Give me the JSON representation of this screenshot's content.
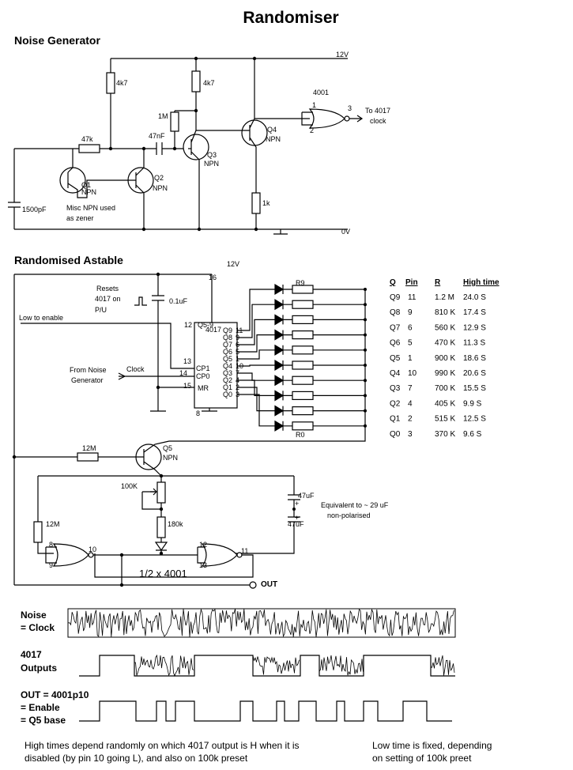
{
  "title": "Randomiser",
  "noise_generator": {
    "heading": "Noise Generator",
    "supply_label": "12V",
    "ground_label": "0V",
    "resistors": [
      "4k7",
      "4k7",
      "1M",
      "47k",
      "1k"
    ],
    "capacitors": [
      "47nF",
      "1500pF"
    ],
    "transistors": [
      {
        "name": "Q1",
        "type": "NPN"
      },
      {
        "name": "Q2",
        "type": "NPN"
      },
      {
        "name": "Q3",
        "type": "NPN"
      },
      {
        "name": "Q4",
        "type": "NPN"
      }
    ],
    "gate_label": "4001",
    "gate_pins": [
      "1",
      "2",
      "3"
    ],
    "output_note": [
      "To 4017",
      "clock"
    ],
    "zener_note": [
      "Misc NPN used",
      "as zener"
    ]
  },
  "astable": {
    "heading": "Randomised Astable",
    "supply_label": "12V",
    "pin16": "16",
    "reset_note": [
      "Resets",
      "4017 on",
      "P/U"
    ],
    "cap_reset": "0.1uF",
    "low_to_enable": "Low to enable",
    "from_noise": [
      "From Noise",
      "Generator"
    ],
    "clock_label": "Clock",
    "ic_label": "4017",
    "ic_pins_left": [
      {
        "pin": "12",
        "name": "Q5-9"
      },
      {
        "pin": "13",
        "name": "CP1"
      },
      {
        "pin": "14",
        "name": "CP0"
      },
      {
        "pin": "15",
        "name": "MR"
      }
    ],
    "ic_outputs": [
      "Q9",
      "Q8",
      "Q7",
      "Q6",
      "Q5",
      "Q4",
      "Q3",
      "Q2",
      "Q1",
      "Q0"
    ],
    "ic_output_pins": [
      "11",
      "9",
      "6",
      "5",
      "1",
      "10",
      "7",
      "4",
      "2",
      "3"
    ],
    "ic_pin_ground": "8",
    "r9_label": "R9",
    "r0_label": "R0",
    "table": {
      "headers": [
        "Q",
        "Pin",
        "R",
        "High time"
      ],
      "rows": [
        [
          "Q9",
          "11",
          "1.2  M",
          "24.0 S"
        ],
        [
          "Q8",
          "9",
          "810 K",
          "17.4 S"
        ],
        [
          "Q7",
          "6",
          "560 K",
          "12.9 S"
        ],
        [
          "Q6",
          "5",
          "470 K",
          "11.3 S"
        ],
        [
          "Q5",
          "1",
          "900 K",
          "18.6 S"
        ],
        [
          "Q4",
          "10",
          "990 K",
          "20.6 S"
        ],
        [
          "Q3",
          "7",
          "700 K",
          "15.5 S"
        ],
        [
          "Q2",
          "4",
          "405 K",
          "9.9 S"
        ],
        [
          "Q1",
          "2",
          "515 K",
          "12.5 S"
        ],
        [
          "Q0",
          "3",
          "370 K",
          "9.6 S"
        ]
      ]
    },
    "q5_name": "Q5",
    "q5_type": "NPN",
    "r_base": "12M",
    "r_left": "12M",
    "preset": "100K",
    "r_180k": "180k",
    "cap_top": "47uF",
    "cap_bottom": "47uF",
    "cap_note": [
      "Equivalent to ~ 29 uF",
      "non-polarised"
    ],
    "gate_half": "1/2 x 4001",
    "gate1_pins": [
      "8",
      "9",
      "10"
    ],
    "gate2_pins": [
      "12",
      "13",
      "11"
    ],
    "out_label": "OUT"
  },
  "timing": {
    "labels": [
      [
        "Noise",
        "= Clock"
      ],
      [
        "4017",
        "Outputs"
      ],
      [
        "OUT = 4001p10",
        "= Enable",
        "= Q5 base"
      ]
    ]
  },
  "footnotes": {
    "left": [
      "High times depend randomly  on which 4017 output is H when it is",
      "disabled (by pin 10 going L), and also on 100k preset"
    ],
    "right": [
      "Low time is fixed, depending",
      "on setting of 100k preet"
    ]
  }
}
